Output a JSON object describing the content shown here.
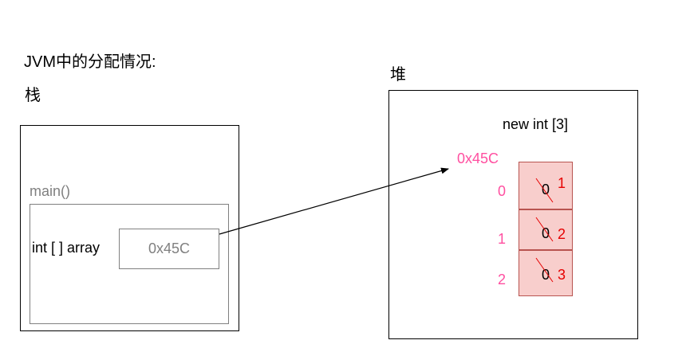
{
  "caption": "JVM中的分配情况:",
  "stack": {
    "label": "栈",
    "frame_label": "main()",
    "var_label": "int [ ] array",
    "ref_value": "0x45C"
  },
  "heap": {
    "label": "堆",
    "array_title": "new int [3]",
    "address": "0x45C",
    "cells": [
      {
        "index": "0",
        "old_value": "0",
        "new_value": "1"
      },
      {
        "index": "1",
        "old_value": "0",
        "new_value": "2"
      },
      {
        "index": "2",
        "old_value": "0",
        "new_value": "3"
      }
    ]
  },
  "colors": {
    "address_pink": "#ff4fa0",
    "cell_fill": "#f8cecc",
    "cell_border": "#b85450",
    "new_value_red": "#e60000",
    "frame_gray": "#808080"
  }
}
